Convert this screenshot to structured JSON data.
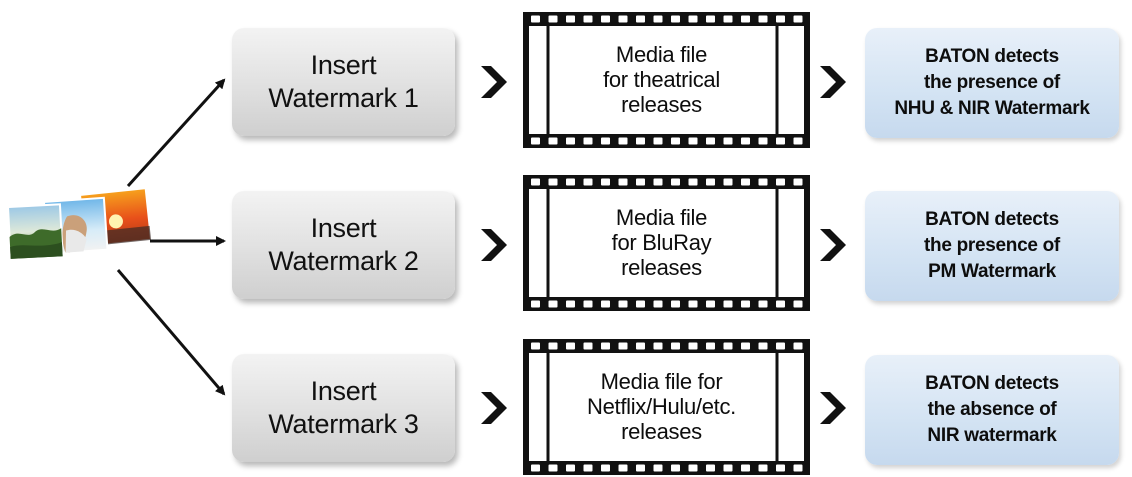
{
  "watermarks": [
    {
      "line1": "Insert",
      "line2": "Watermark 1"
    },
    {
      "line1": "Insert",
      "line2": "Watermark 2"
    },
    {
      "line1": "Insert",
      "line2": "Watermark 3"
    }
  ],
  "media_files": [
    {
      "line1": "Media file",
      "line2": "for theatrical",
      "line3": "releases"
    },
    {
      "line1": "Media file",
      "line2": "for BluRay",
      "line3": "releases"
    },
    {
      "line1": "Media file for",
      "line2": "Netflix/Hulu/etc.",
      "line3": "releases"
    }
  ],
  "detections": [
    {
      "line1": "BATON detects",
      "line2": "the presence of",
      "line3": "NHU & NIR Watermark"
    },
    {
      "line1": "BATON detects",
      "line2": "the presence of",
      "line3": "PM Watermark"
    },
    {
      "line1": "BATON detects",
      "line2": "the absence of",
      "line3": "NIR watermark"
    }
  ],
  "colors": {
    "watermark_box": "#e0e0e0",
    "detection_box": "#d3e3f3",
    "film_strip": "#111111",
    "arrow": "#111111"
  },
  "icons": [
    "photo-stack-icon",
    "film-strip-icon",
    "chevron-right-icon"
  ]
}
